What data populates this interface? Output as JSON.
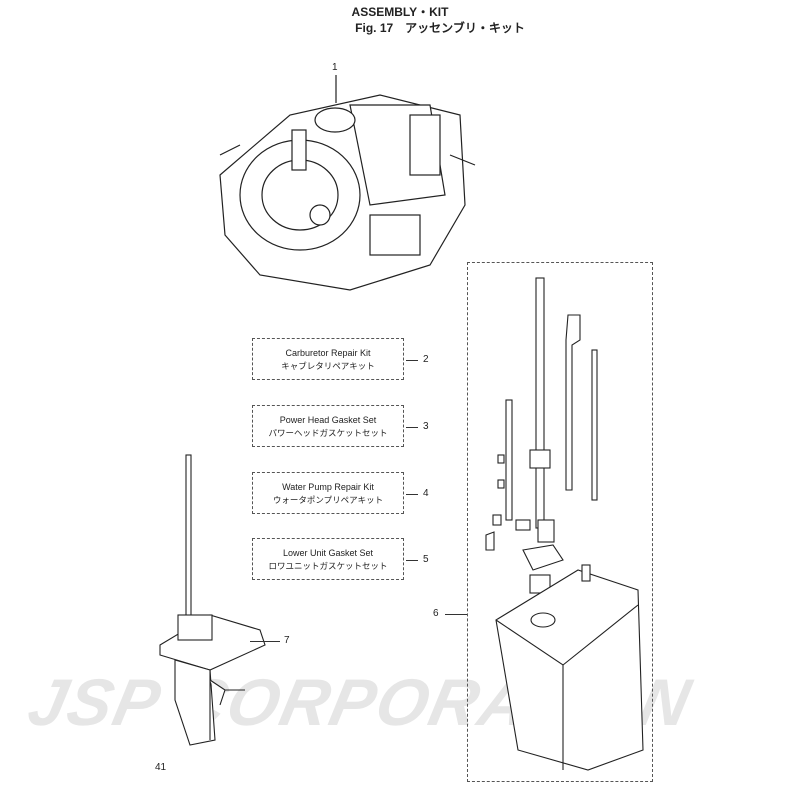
{
  "header": {
    "title": "ASSEMBLY・KIT",
    "subtitle": "Fig. 17　アッセンブリ・キット"
  },
  "watermark": "JSP CORPORATION",
  "kits": [
    {
      "en": "Carburetor Repair Kit",
      "jp": "キャブレタリペアキット",
      "ref": "2"
    },
    {
      "en": "Power Head Gasket Set",
      "jp": "パワーヘッドガスケットセット",
      "ref": "3"
    },
    {
      "en": "Water Pump Repair Kit",
      "jp": "ウォータポンプリペアキット",
      "ref": "4"
    },
    {
      "en": "Lower Unit Gasket Set",
      "jp": "ロワユニットガスケットセット",
      "ref": "5"
    }
  ],
  "callouts": {
    "powerhead": "1",
    "lower_unit_parts": "6",
    "lower_unit": "7"
  },
  "page_number": "41"
}
